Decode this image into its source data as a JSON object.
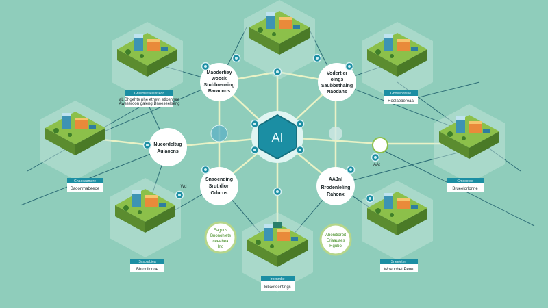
{
  "colors": {
    "background": "#8fcdbb",
    "accent": "#1b8ea3",
    "grass": "#8cc04a",
    "link": "#e9f2c6",
    "dark_link": "#2c6c76"
  },
  "center": {
    "label": "AI"
  },
  "circles": [
    {
      "lines": [
        "Maodertiey",
        "woock",
        "Stubbrenaing",
        "Baraunos"
      ]
    },
    {
      "lines": [
        "Vodertier",
        "oings",
        "Saubbethaing",
        "Naodans"
      ]
    },
    {
      "lines": [
        "Nueordeltug",
        "Aulaocns"
      ]
    },
    {
      "lines": [
        "Snaoending",
        "Srutidion",
        "Oduros"
      ]
    },
    {
      "lines": [
        "AAJnl",
        "Rrodenleling",
        "Rahonx"
      ]
    }
  ],
  "green_circles": [
    {
      "lines": [
        "Eaguus",
        "Bnonohiets",
        "ceeehea",
        "Ino"
      ]
    },
    {
      "lines": [
        "Abonitiorbit",
        "Eriaauaes",
        "Rgubo"
      ]
    }
  ],
  "tiles": [
    {
      "header": "Gruemetiseleisseon",
      "lines": [
        "aL Bhgehte phe ethetn etlosnneo",
        "Awsseroon galeng Bnoeseelseng"
      ]
    },
    {
      "header": "Ghoeepntese",
      "lines": [
        "Roolaebereaa"
      ]
    },
    {
      "header": "Ghaoeaamere",
      "lines": [
        "Baoonmabeeoe"
      ]
    },
    {
      "header": "Gmoeotoe",
      "lines": [
        "Brueelorlonne"
      ]
    },
    {
      "header": "Snsoarbiea",
      "lines": [
        "Bhroolionoe"
      ]
    },
    {
      "header": "Iroenmbe",
      "lines": [
        "Iobaeteentings"
      ]
    },
    {
      "header": "Sneeieten",
      "lines": [
        "Woeoohet Peoe"
      ]
    }
  ],
  "small_labels": [
    "Wd",
    "AAt"
  ]
}
